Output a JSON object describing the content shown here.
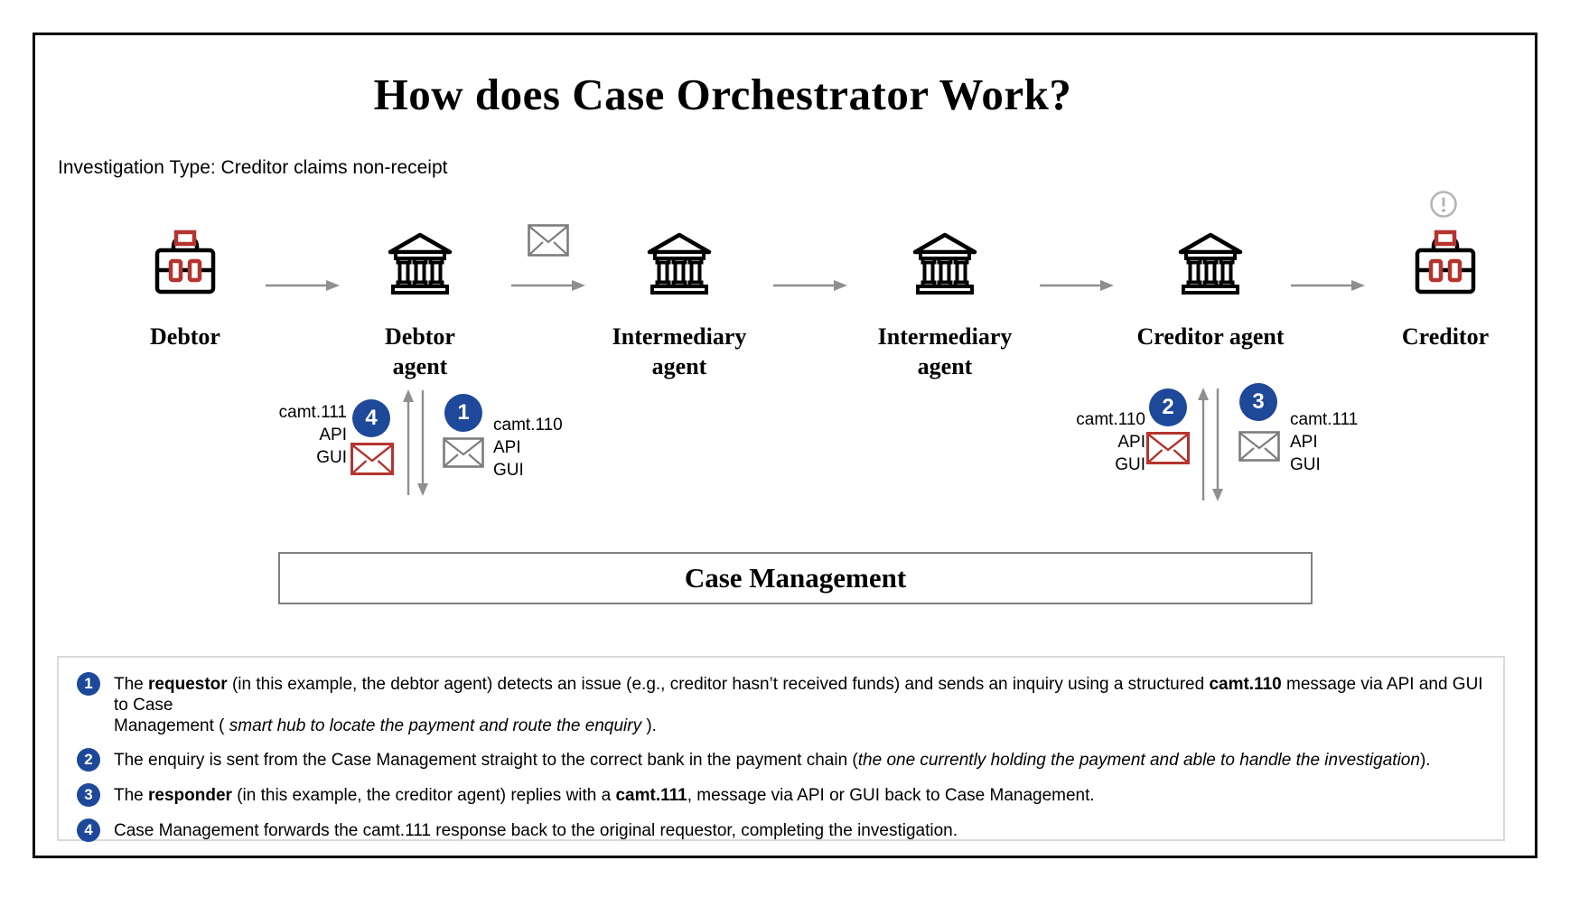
{
  "title": "How does Case Orchestrator Work?",
  "subtitle": "Investigation Type: Creditor claims non-receipt",
  "colors": {
    "accent_blue": "#1e4899",
    "accent_red": "#b5342f",
    "arrow_gray": "#8f8f8f",
    "envelope_gray": "#7d7d7d",
    "alert_gray": "#b5b5b5",
    "box_border_gray": "#808080",
    "panel_border_gray": "#d9d9d9"
  },
  "entities": [
    {
      "label": "Debtor",
      "icon": "briefcase-icon"
    },
    {
      "label": "Debtor\nagent",
      "icon": "bank-icon"
    },
    {
      "label": "Intermediary\nagent",
      "icon": "bank-icon"
    },
    {
      "label": "Intermediary\nagent",
      "icon": "bank-icon"
    },
    {
      "label": "Creditor agent",
      "icon": "bank-icon"
    },
    {
      "label": "Creditor",
      "icon": "briefcase-icon",
      "alert_icon": "exclamation-icon"
    }
  ],
  "flow_envelope_icon": "envelope-icon",
  "messages": [
    {
      "step": "4",
      "envelope": "red",
      "anchor": "debtor-agent",
      "lines": [
        "camt.111",
        "API",
        "GUI"
      ]
    },
    {
      "step": "1",
      "envelope": "gray",
      "anchor": "debtor-agent",
      "lines": [
        "camt.110",
        "API",
        "GUI"
      ]
    },
    {
      "step": "2",
      "envelope": "red",
      "anchor": "creditor-agent",
      "lines": [
        "camt.110",
        "API",
        "GUI"
      ]
    },
    {
      "step": "3",
      "envelope": "gray",
      "anchor": "creditor-agent",
      "lines": [
        "camt.111",
        "API",
        "GUI"
      ]
    }
  ],
  "case_management": {
    "label": "Case Management"
  },
  "legend": [
    {
      "num": "1",
      "segments": [
        {
          "t": "The "
        },
        {
          "t": "requestor",
          "b": true
        },
        {
          "t": " (in this example, the debtor agent) detects an issue (e.g., creditor hasn’t received funds) and sends an inquiry using a structured "
        },
        {
          "t": "camt.110",
          "b": true
        },
        {
          "t": " message via API and GUI to Case"
        },
        {
          "br": true
        },
        {
          "t": "Management ( "
        },
        {
          "t": "smart hub to locate the payment and route the enquiry",
          "i": true
        },
        {
          "t": " )."
        }
      ]
    },
    {
      "num": "2",
      "segments": [
        {
          "t": "The enquiry is sent from the Case Management straight to the correct bank in the payment chain ("
        },
        {
          "t": "the one currently holding the payment and able to handle the investigation",
          "i": true
        },
        {
          "t": ")."
        }
      ]
    },
    {
      "num": "3",
      "segments": [
        {
          "t": "The "
        },
        {
          "t": "responder",
          "b": true
        },
        {
          "t": " (in this example, the creditor agent) replies with a "
        },
        {
          "t": "camt.111",
          "b": true
        },
        {
          "t": ", message via API or GUI back to Case Management."
        }
      ]
    },
    {
      "num": "4",
      "segments": [
        {
          "t": "Case Management forwards the camt.111 response back to the original requestor, completing the investigation."
        }
      ]
    }
  ]
}
